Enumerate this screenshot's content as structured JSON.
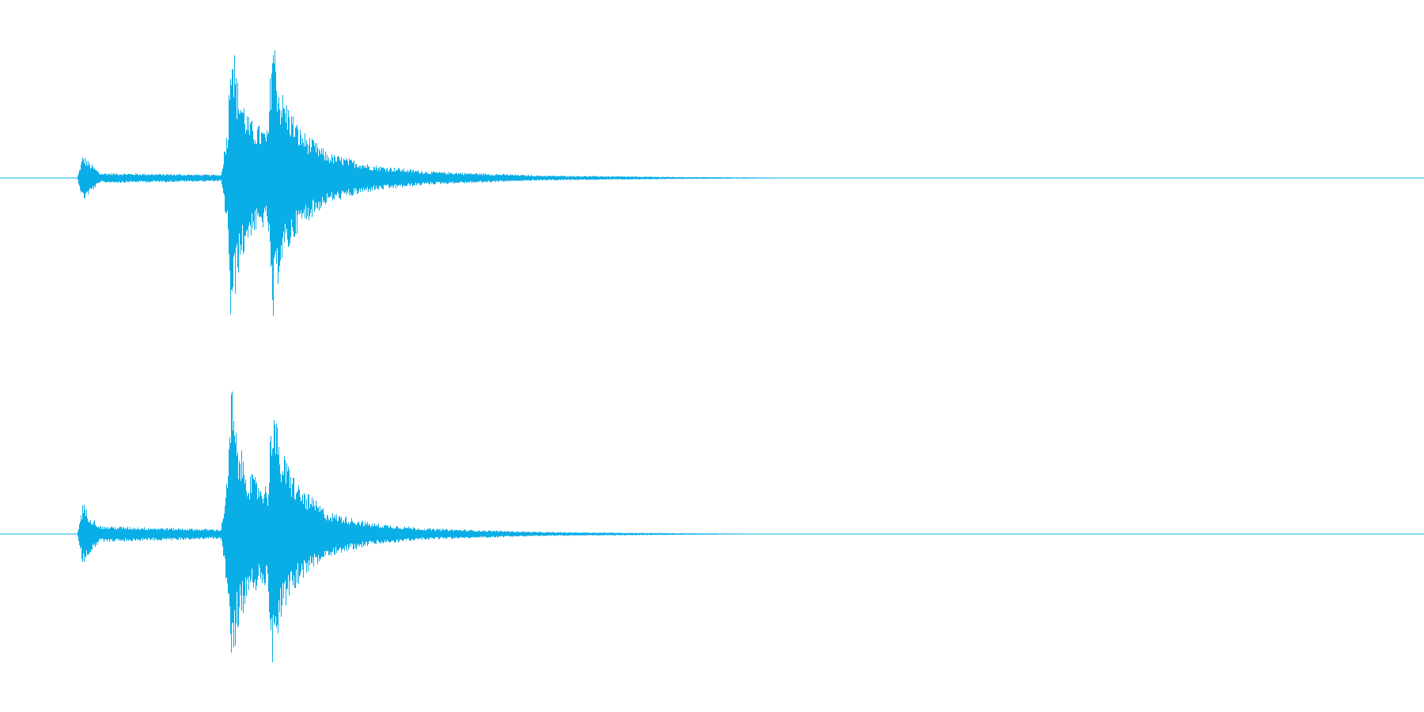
{
  "waveform": {
    "color": "#0aaee6",
    "background": "#ffffff",
    "channels": [
      {
        "name": "channel-top",
        "envelope": [
          {
            "t": 0.0,
            "amp": 0.0
          },
          {
            "t": 0.054,
            "amp": 0.0
          },
          {
            "t": 0.058,
            "amp": 0.14
          },
          {
            "t": 0.062,
            "amp": 0.1
          },
          {
            "t": 0.07,
            "amp": 0.03
          },
          {
            "t": 0.155,
            "amp": 0.02
          },
          {
            "t": 0.16,
            "amp": 0.35
          },
          {
            "t": 0.162,
            "amp": 1.0
          },
          {
            "t": 0.166,
            "amp": 0.6
          },
          {
            "t": 0.175,
            "amp": 0.35
          },
          {
            "t": 0.188,
            "amp": 0.28
          },
          {
            "t": 0.191,
            "amp": 0.95
          },
          {
            "t": 0.196,
            "amp": 0.55
          },
          {
            "t": 0.21,
            "amp": 0.3
          },
          {
            "t": 0.23,
            "amp": 0.15
          },
          {
            "t": 0.26,
            "amp": 0.08
          },
          {
            "t": 0.3,
            "amp": 0.04
          },
          {
            "t": 0.38,
            "amp": 0.015
          },
          {
            "t": 0.48,
            "amp": 0.006
          },
          {
            "t": 0.56,
            "amp": 0.002
          },
          {
            "t": 1.0,
            "amp": 0.0
          }
        ]
      },
      {
        "name": "channel-bottom",
        "envelope": [
          {
            "t": 0.0,
            "amp": 0.0
          },
          {
            "t": 0.054,
            "amp": 0.0
          },
          {
            "t": 0.058,
            "amp": 0.2
          },
          {
            "t": 0.062,
            "amp": 0.13
          },
          {
            "t": 0.07,
            "amp": 0.05
          },
          {
            "t": 0.155,
            "amp": 0.03
          },
          {
            "t": 0.16,
            "amp": 0.4
          },
          {
            "t": 0.162,
            "amp": 0.98
          },
          {
            "t": 0.166,
            "amp": 0.6
          },
          {
            "t": 0.175,
            "amp": 0.38
          },
          {
            "t": 0.188,
            "amp": 0.3
          },
          {
            "t": 0.191,
            "amp": 0.92
          },
          {
            "t": 0.196,
            "amp": 0.55
          },
          {
            "t": 0.21,
            "amp": 0.3
          },
          {
            "t": 0.23,
            "amp": 0.14
          },
          {
            "t": 0.26,
            "amp": 0.07
          },
          {
            "t": 0.3,
            "amp": 0.035
          },
          {
            "t": 0.38,
            "amp": 0.013
          },
          {
            "t": 0.48,
            "amp": 0.005
          },
          {
            "t": 0.54,
            "amp": 0.002
          },
          {
            "t": 1.0,
            "amp": 0.0
          }
        ]
      }
    ]
  }
}
